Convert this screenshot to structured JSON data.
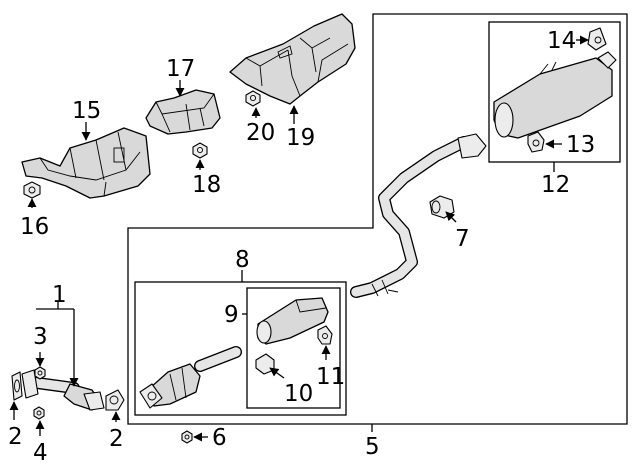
{
  "callouts": {
    "c1": "1",
    "c2a": "2",
    "c2b": "2",
    "c3": "3",
    "c4": "4",
    "c5": "5",
    "c6": "6",
    "c7": "7",
    "c8": "8",
    "c9": "9",
    "c10": "10",
    "c11": "11",
    "c12": "12",
    "c13": "13",
    "c14": "14",
    "c15": "15",
    "c16": "16",
    "c17": "17",
    "c18": "18",
    "c19": "19",
    "c20": "20"
  }
}
